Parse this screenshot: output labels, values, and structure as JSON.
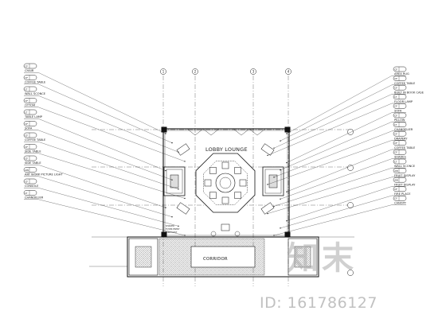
{
  "left_tags": [
    {
      "key": "CF",
      "label": "CHAIR"
    },
    {
      "key": "CF",
      "label": "COFFEE TABLE"
    },
    {
      "key": "LT",
      "label": "WALL SCONCE"
    },
    {
      "key": "CF",
      "label": "OTTOM"
    },
    {
      "key": "LT",
      "label": "TABLE LAMP"
    },
    {
      "key": "CF",
      "label": "SOFA"
    },
    {
      "key": "CF",
      "label": "COFFEE TABLE"
    },
    {
      "key": "CF",
      "label": "SIDE TABLE"
    },
    {
      "key": "CF",
      "label": "SIDE TABLE"
    },
    {
      "key": "AW",
      "label": "ART WORK PICTURE LIGHT"
    },
    {
      "key": "CF",
      "label": "CONSOLE"
    },
    {
      "key": "LT",
      "label": "CHANDELIER"
    }
  ],
  "right_tags": [
    {
      "key": "CF",
      "label": "AREA RUG"
    },
    {
      "key": "CF",
      "label": "COFFEE TABLE"
    },
    {
      "key": "CF",
      "label": "BUILT IN BOOK CASE"
    },
    {
      "key": "LT",
      "label": "FLOOR LAMP"
    },
    {
      "key": "CF",
      "label": "SOFA"
    },
    {
      "key": "CF",
      "label": "PILLOW"
    },
    {
      "key": "LT",
      "label": "CHANDELIER"
    },
    {
      "key": "CF",
      "label": "DRAPERY"
    },
    {
      "key": "CF",
      "label": "COFFEE TABLE"
    },
    {
      "key": "CF",
      "label": "SHADES"
    },
    {
      "key": "LT",
      "label": "WALL SCONCE"
    },
    {
      "key": "AW",
      "label": "FRUIT DISPLAY"
    },
    {
      "key": "AW",
      "label": "FRUIT DISPLAY"
    },
    {
      "key": "CF",
      "label": "FIRE PLACE"
    },
    {
      "key": "CF",
      "label": "CANOPY"
    }
  ],
  "room_label": "LOBBY LOUNGE",
  "corridor_label": "CORRIDOR",
  "notes": {
    "lower_left": "SHADED",
    "lower_left_2": "FOYER ENTRY",
    "lower_left_3": "FORM DIST"
  },
  "axis_numbers": [
    "1",
    "2",
    "3",
    "4"
  ],
  "watermark": {
    "logo": "知末",
    "id": "ID: 161786127"
  }
}
